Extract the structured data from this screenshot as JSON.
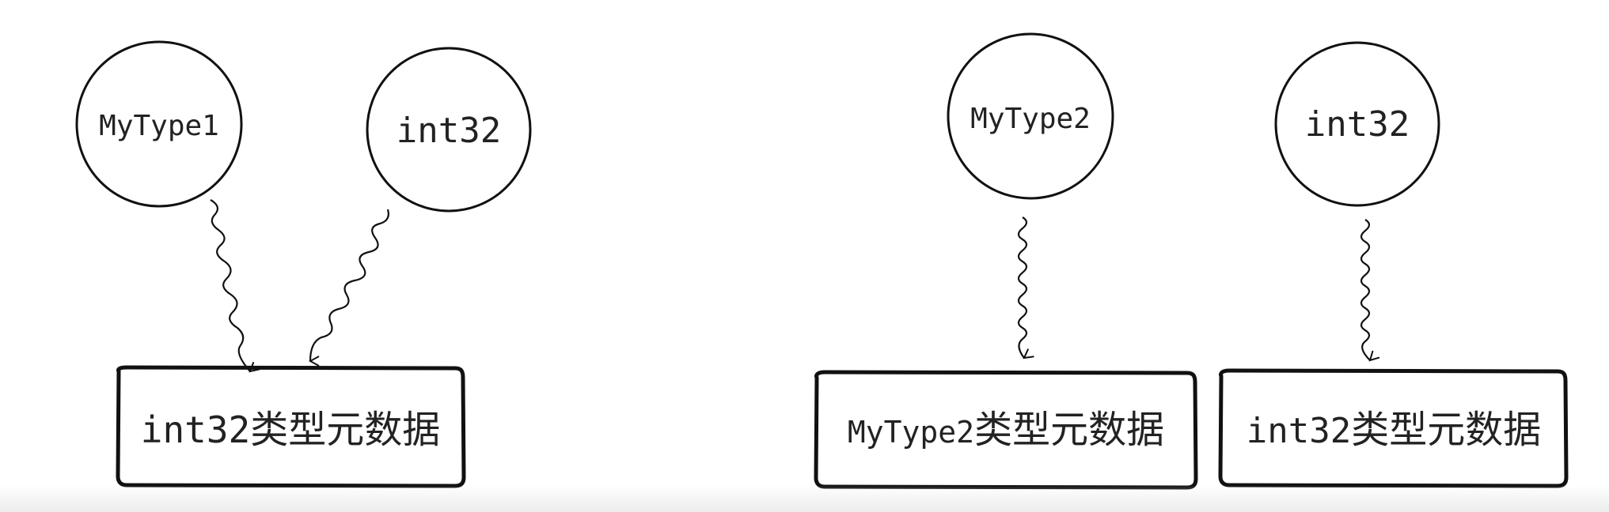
{
  "left_group": {
    "circles": [
      {
        "label": "MyType1"
      },
      {
        "label": "int32"
      }
    ],
    "box": {
      "label_latin": "int32",
      "label_cjk": "类型元数据"
    }
  },
  "right_group": {
    "circles": [
      {
        "label": "MyType2"
      },
      {
        "label": "int32"
      }
    ],
    "boxes": [
      {
        "label_latin": "MyType2",
        "label_cjk": "类型元数据"
      },
      {
        "label_latin": "int32",
        "label_cjk": "类型元数据"
      }
    ]
  },
  "colors": {
    "stroke": "#111111",
    "text": "#222222"
  }
}
